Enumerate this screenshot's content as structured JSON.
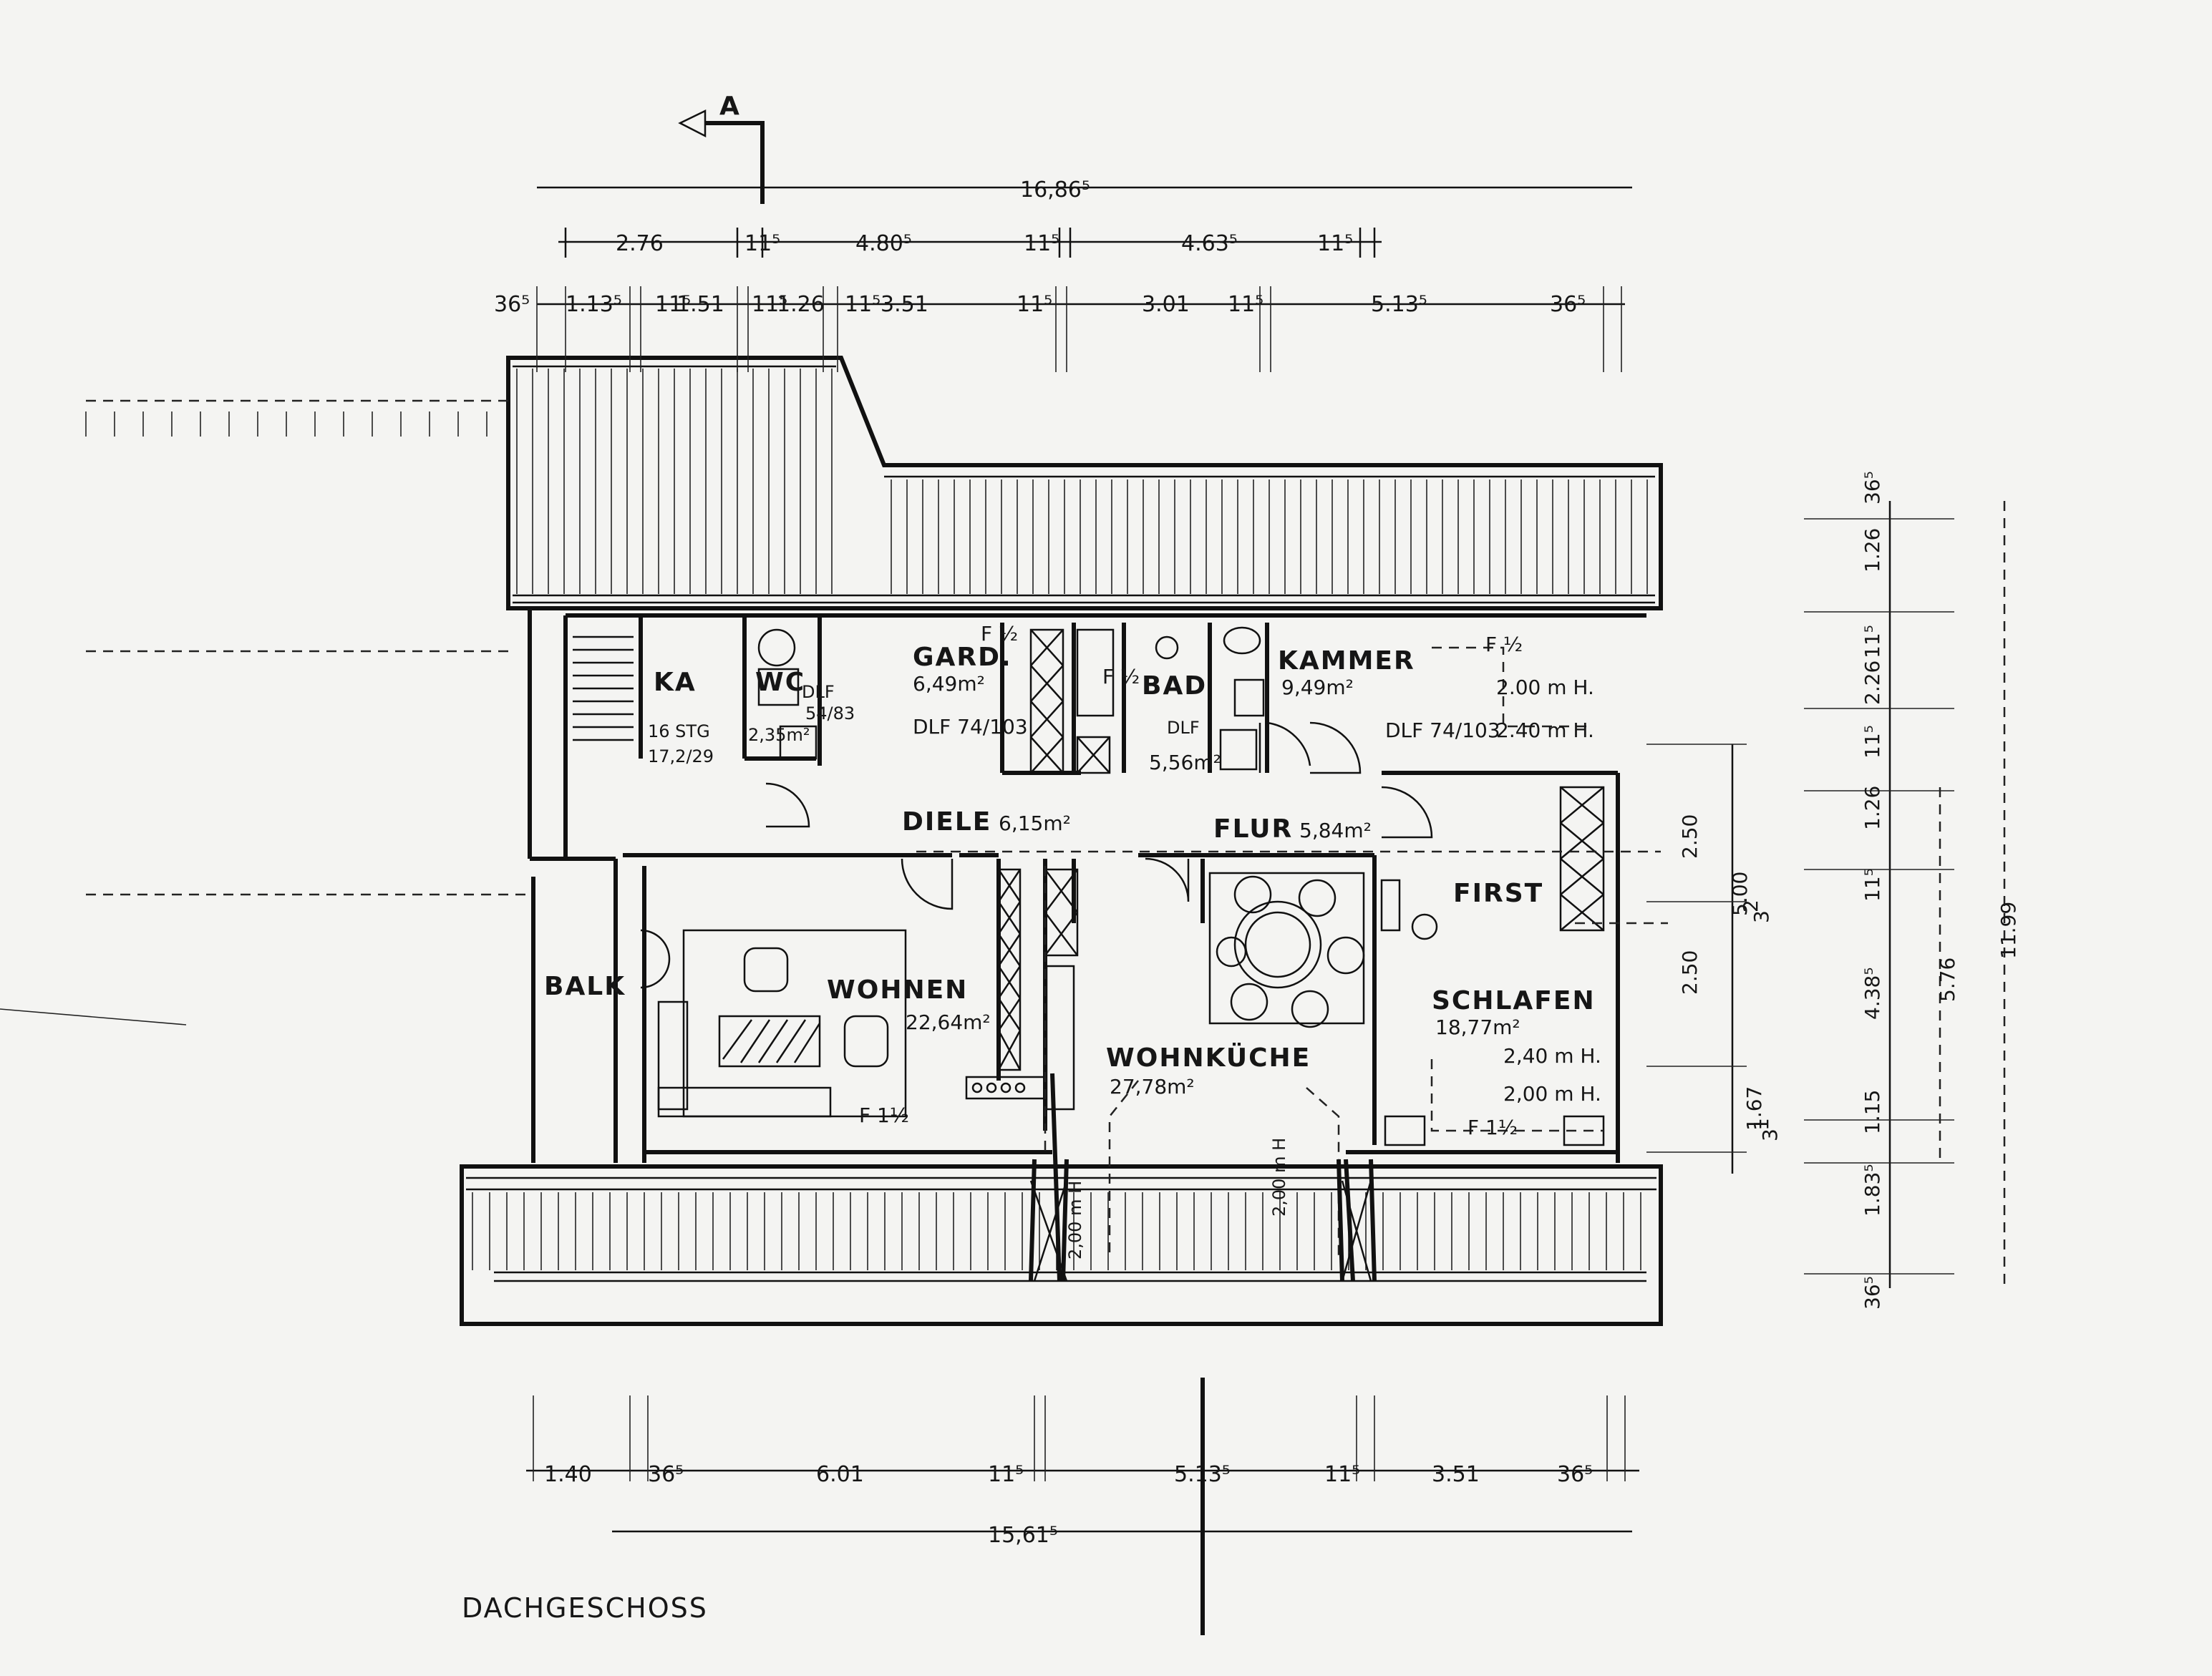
{
  "section_marker": "A",
  "drawing_title": "DACHGESCHOSS",
  "rooms": {
    "ka": "KA",
    "ka_stairs": "16 STG",
    "ka_stairs_ratio": "17,2/29",
    "wc": "WC",
    "wc_area": "2,35m²",
    "wc_dlf": "DLF",
    "wc_dlf_size": "54/83",
    "gard": "GARD.",
    "gard_area": "6,49m²",
    "gard_dlf": "DLF 74/103",
    "bad": "BAD",
    "bad_area": "5,56m²",
    "bad_dlf": "DLF",
    "kammer": "KAMMER",
    "kammer_area": "9,49m²",
    "kammer_dlf": "DLF 74/103",
    "kammer_h1": "2.00 m H.",
    "kammer_h2": "2.40 m H.",
    "diele": "DIELE",
    "diele_area": "6,15m²",
    "flur": "FLUR",
    "flur_area": "5,84m²",
    "first": "FIRST",
    "balk": "BALK",
    "wohnen": "WOHNEN",
    "wohnen_area": "22,64m²",
    "wohnen_window": "F 1½",
    "wohnkueche": "WOHNKÜCHE",
    "wohnkueche_area": "27,78m²",
    "wk_h1": "2,00 m H",
    "wk_h2": "2,00 m H",
    "schlafen": "SCHLAFEN",
    "schlafen_area": "18,77m²",
    "schlafen_h1": "2,40 m H.",
    "schlafen_h2": "2,00 m H.",
    "schlafen_window": "F 1½",
    "window_top1": "F ½",
    "window_top2": "F ½",
    "window_top3": "F ½"
  },
  "dims_top": {
    "total": "16,86⁵",
    "r2": [
      "2.76",
      "11⁵",
      "4.80⁵",
      "11⁵",
      "4.63⁵",
      "11⁵"
    ],
    "r3": [
      "36⁵",
      "1.13⁵",
      "11⁵",
      "1.51",
      "11⁵",
      "1.26",
      "11⁵",
      "3.51",
      "11⁵",
      "3.01",
      "11⁵",
      "5.13⁵",
      "36⁵"
    ]
  },
  "dims_bottom": {
    "r1": [
      "1.40",
      "36⁵",
      "6.01",
      "11⁵",
      "5.13⁵",
      "11⁵",
      "3.51",
      "36⁵"
    ],
    "total": "15,61⁵"
  },
  "dims_right": {
    "outer": [
      "36⁵",
      "1.26",
      "11⁵",
      "2.26",
      "11⁵",
      "1.26",
      "11⁵",
      "4.38⁵",
      "1.15",
      "1.83⁵",
      "36⁵"
    ],
    "mid": "5.76",
    "total": "11.99",
    "inner": [
      "2.50",
      "5.00",
      "2",
      "3",
      "2.50",
      "1.67",
      "1",
      "3"
    ]
  }
}
